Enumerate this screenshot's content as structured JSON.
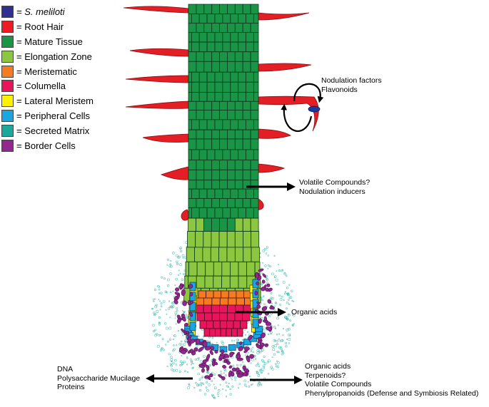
{
  "legend": [
    {
      "label": "= S. meliloti",
      "color": "#2e3192"
    },
    {
      "label": "= Root Hair",
      "color": "#ed1c24"
    },
    {
      "label": "= Mature Tissue",
      "color": "#1a9447"
    },
    {
      "label": "= Elongation Zone",
      "color": "#8dc63f"
    },
    {
      "label": "= Meristematic",
      "color": "#f47b20"
    },
    {
      "label": "= Columella",
      "color": "#e8155d"
    },
    {
      "label": "= Lateral Meristem",
      "color": "#fff200"
    },
    {
      "label": "= Peripheral Cells",
      "color": "#1ba6e2"
    },
    {
      "label": "= Secreted Matrix",
      "color": "#19a99d"
    },
    {
      "label": "= Border Cells",
      "color": "#92278f"
    }
  ],
  "annotations": {
    "nodulation": [
      "Nodulation factors",
      "Flavonoids"
    ],
    "volatile": [
      "Volatile Compounds?",
      "Nodulation inducers"
    ],
    "organic": [
      "Organic acids"
    ],
    "dna": [
      "DNA",
      "Polysaccharide Mucilage",
      "Proteins"
    ],
    "tip": [
      "Organic acids",
      "Terpenoids?",
      "Volatile Compounds",
      "Phenylpropanoids (Defense and Symbiosis Related)"
    ]
  }
}
